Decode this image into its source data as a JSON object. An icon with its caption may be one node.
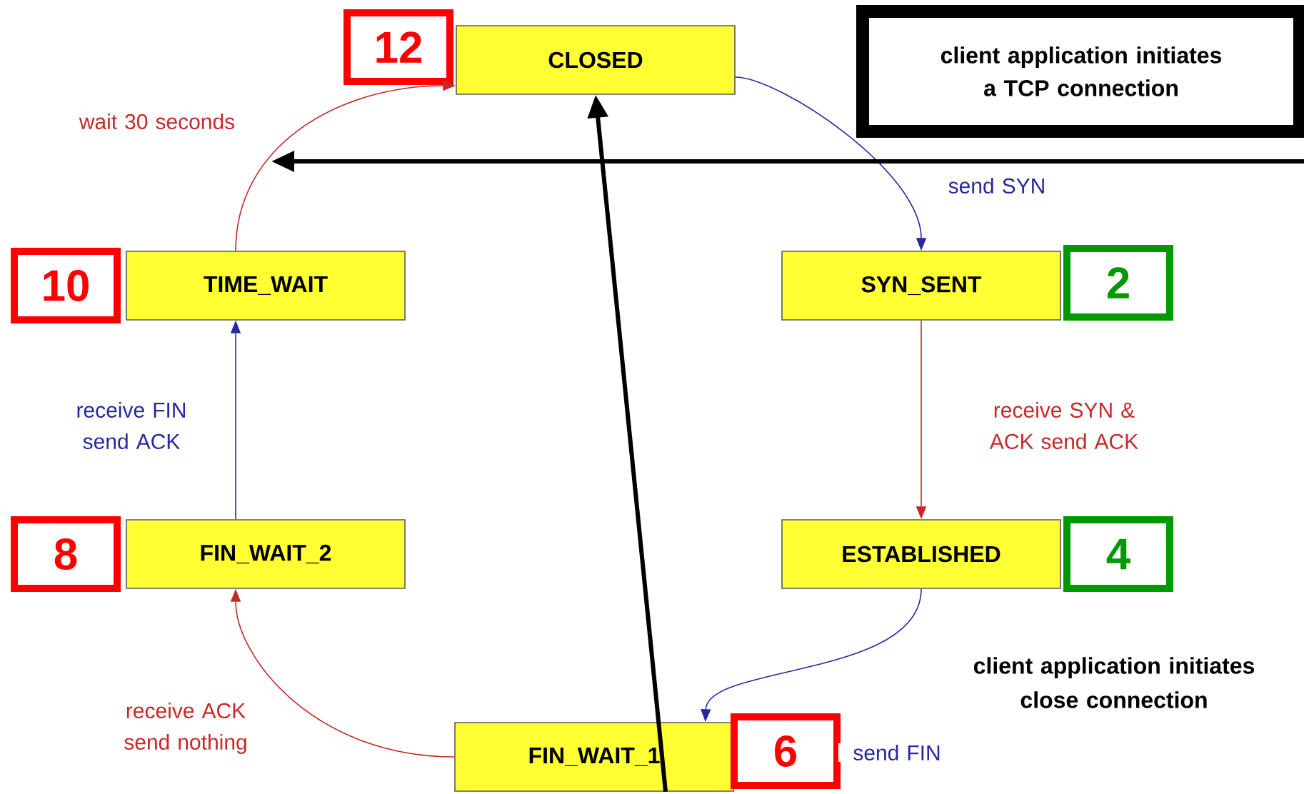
{
  "diagram": {
    "nodes": [
      {
        "text": [
          "CLOSED"
        ]
      },
      {
        "text": [
          "SYN_SENT"
        ]
      },
      {
        "text": [
          "ESTABLISHED"
        ]
      },
      {
        "text": [
          "FIN_WAIT_1"
        ]
      },
      {
        "text": [
          "FIN_WAIT_2"
        ]
      },
      {
        "text": [
          "TIME_WAIT"
        ]
      },
      {
        "text": [
          "12"
        ]
      },
      {
        "text": [
          "2"
        ]
      },
      {
        "text": [
          "4"
        ]
      },
      {
        "text": [
          "6"
        ]
      },
      {
        "text": [
          "8"
        ]
      },
      {
        "text": [
          "10"
        ]
      },
      {
        "text": [
          "client application initiates a TCP connection"
        ]
      }
    ],
    "edges": [
      {
        "from": 0,
        "to": 1,
        "arrow": "to",
        "label": "send SYN",
        "color": "#2828a0"
      },
      {
        "from": 1,
        "to": 2,
        "arrow": "to",
        "label": "receive SYN & ACK send ACK",
        "color": "#c82828"
      },
      {
        "from": 2,
        "to": 3,
        "arrow": "to",
        "label": "send FIN",
        "color": "#2828a0"
      },
      {
        "from": 3,
        "to": 4,
        "arrow": "to",
        "label": "receive ACK send nothing",
        "color": "#c82828"
      },
      {
        "from": 4,
        "to": 5,
        "arrow": "to",
        "label": "receive FIN send ACK",
        "color": "#2828a0"
      },
      {
        "from": 5,
        "to": 0,
        "arrow": "to",
        "label": "wait 30 seconds",
        "color": "#c82828"
      },
      {
        "from": 3,
        "to": 0,
        "arrow": "to",
        "style": "thick",
        "color": "#000000"
      }
    ],
    "labels": [
      "client application initiates close connection"
    ]
  }
}
